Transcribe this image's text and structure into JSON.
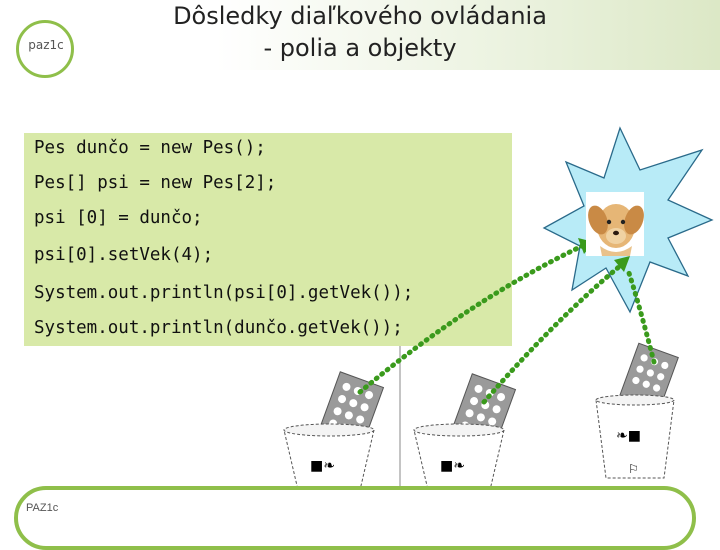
{
  "header": {
    "logo_text": "paz1c",
    "title_line1": "Dôsledky diaľkového ovládania",
    "title_line2": "- polia a objekty"
  },
  "code": {
    "lines": [
      "Pes dunčo = new Pes();",
      "Pes[] psi = new Pes[2];",
      "psi [0] = dunčo;",
      "psi[0].setVek(4);",
      "System.out.println(psi[0].getVek());",
      "System.out.println(dunčo.getVek());"
    ]
  },
  "footer": {
    "label": "PAZ1c"
  },
  "scene": {
    "cup1_symbol": "■❧",
    "cup2_symbol": "■❧",
    "cup3_symbol": "❧■",
    "cup_tag": "⚐",
    "accent": "#8fbf4a",
    "code_bg": "#d8e9a8",
    "arrow_color": "#3a9a1c"
  }
}
